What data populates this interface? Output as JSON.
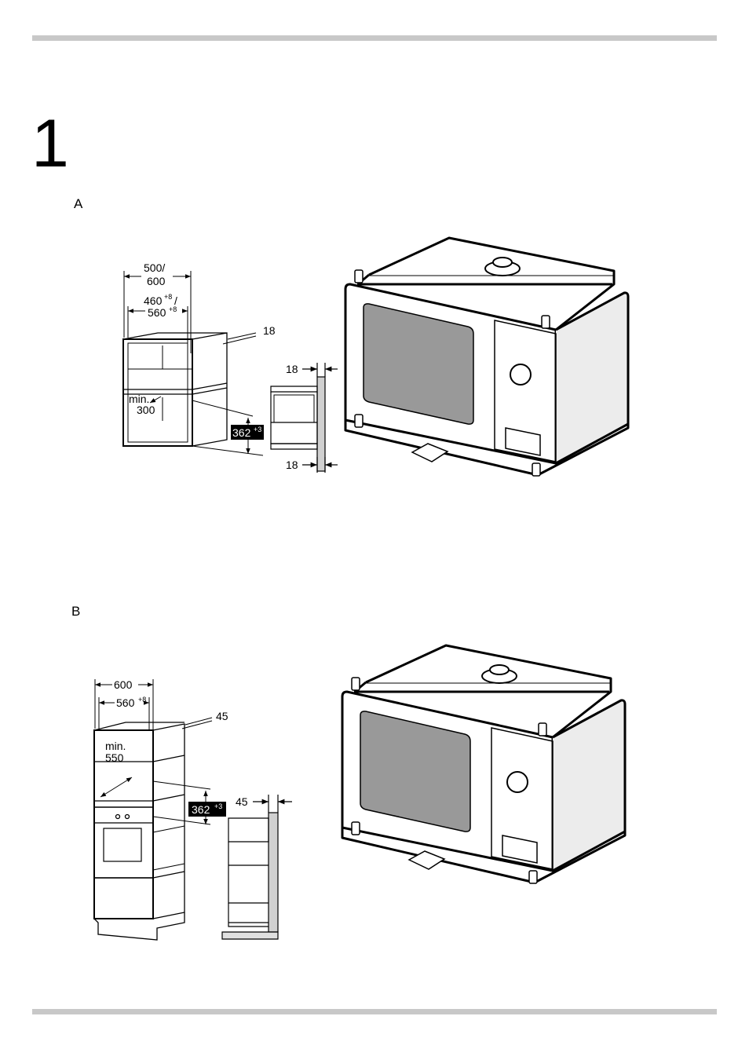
{
  "step_number": "1",
  "section_a": {
    "label": "A",
    "dims": {
      "width_top": "500/",
      "width_top_2": "600",
      "inner_width": "460",
      "inner_width_sup": "+8",
      "inner_width_sep": "/",
      "inner_width_2": "560",
      "inner_width_2_sup": "+8",
      "panel": "18",
      "min_label": "min.",
      "min_value": "300",
      "height": "362",
      "height_sup": "+3",
      "side_top": "18",
      "side_bottom": "18"
    }
  },
  "section_b": {
    "label": "B",
    "dims": {
      "width_top": "600",
      "inner_width": "560",
      "inner_width_sup": "+8",
      "panel": "45",
      "min_label": "min.",
      "min_value": "550",
      "height": "362",
      "height_sup": "+3",
      "side": "45"
    }
  },
  "colors": {
    "rule": "#c8c8c8",
    "window": "#999999",
    "badge": "#000000"
  }
}
